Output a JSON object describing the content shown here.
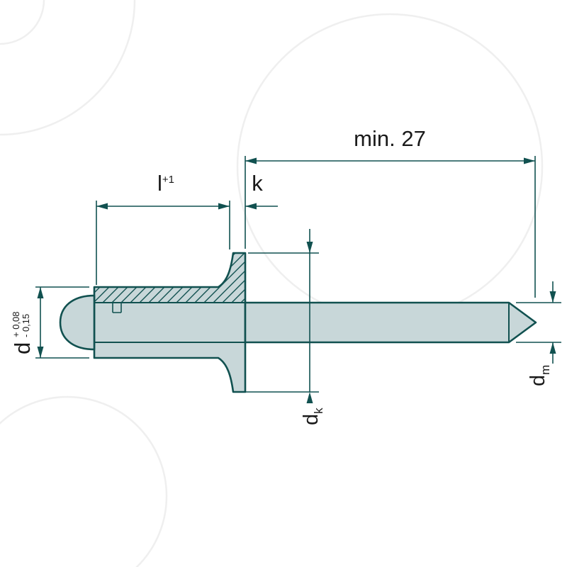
{
  "meta": {
    "title": "Blind rivet technical drawing"
  },
  "colors": {
    "background": "#ffffff",
    "line": "#115150",
    "fill": "#c8d7d9",
    "text": "#1a1a1a",
    "watermark": "#efefef"
  },
  "dimensions": {
    "mandrel_length": {
      "label": "min. 27"
    },
    "body_length": {
      "label": "l",
      "superscript": "+1"
    },
    "head_height": {
      "label": "k"
    },
    "body_diameter": {
      "label": "d",
      "tolerance_plus": "+ 0,08",
      "tolerance_minus": "- 0,15"
    },
    "flange_diameter": {
      "label": "d",
      "subscript": "k"
    },
    "mandrel_diameter": {
      "label": "d",
      "subscript": "m"
    }
  }
}
